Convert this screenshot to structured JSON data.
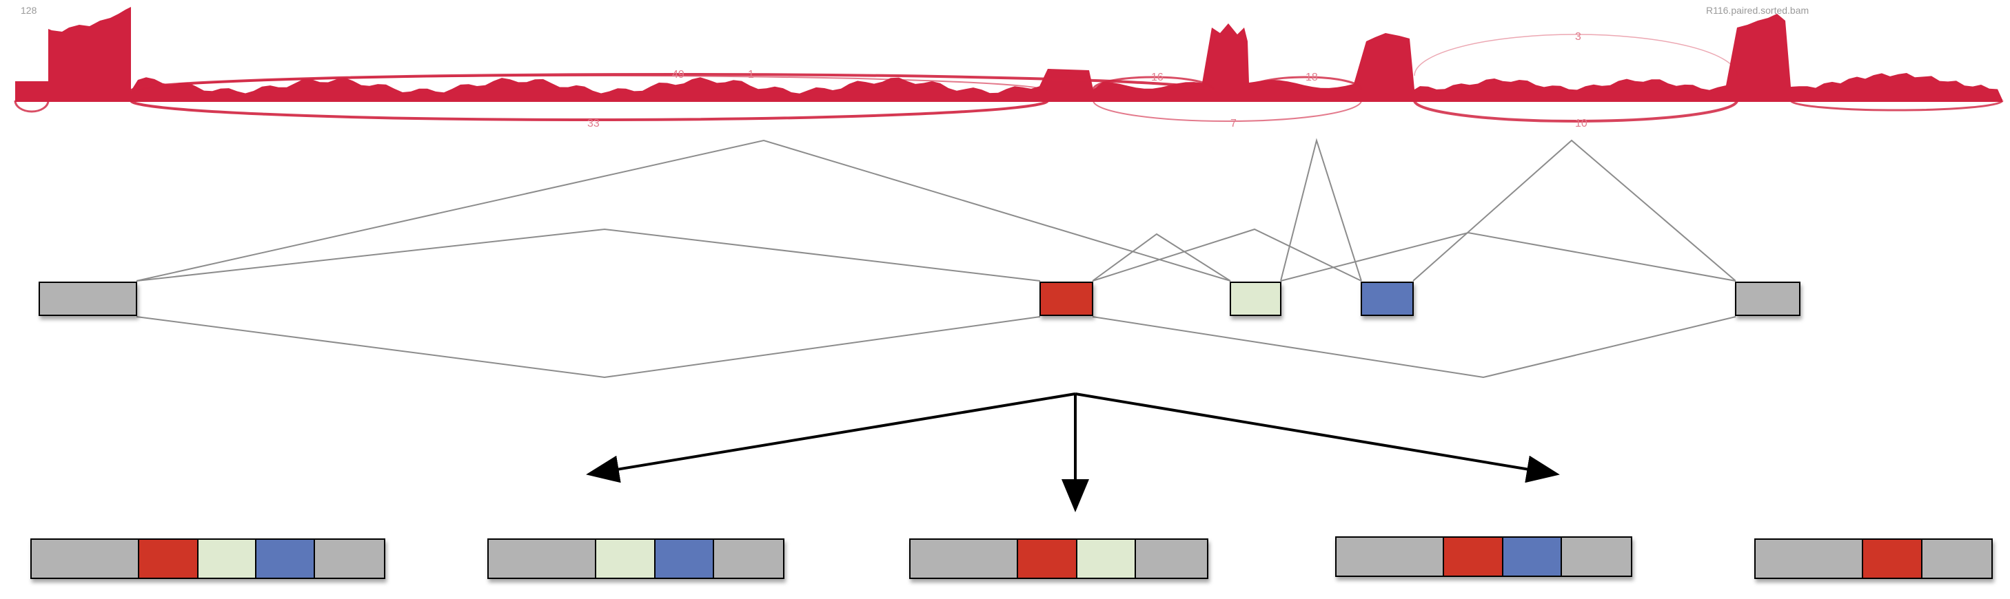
{
  "coverage_track": {
    "range_label": "128",
    "file_label": "R116.paired.sorted.bam",
    "coverage_color": "#d0223f",
    "arc_color": "#d0223f",
    "junction_counts": [
      "49",
      "1",
      "16",
      "18",
      "3",
      "33",
      "7",
      "10"
    ]
  },
  "exon_colors": {
    "gray": "#b3b3b3",
    "red": "#cf3527",
    "light_green": "#dfead0",
    "blue": "#5b77b9"
  },
  "exons": [
    {
      "id": "exon-1",
      "color": "gray"
    },
    {
      "id": "exon-2",
      "color": "red"
    },
    {
      "id": "exon-3",
      "color": "light_green"
    },
    {
      "id": "exon-4",
      "color": "blue"
    },
    {
      "id": "exon-5",
      "color": "gray"
    }
  ],
  "isoforms": [
    [
      "gray",
      "red",
      "light_green",
      "blue",
      "gray"
    ],
    [
      "gray",
      "light_green",
      "blue",
      "gray"
    ],
    [
      "gray",
      "red",
      "light_green",
      "gray"
    ],
    [
      "gray",
      "red",
      "blue",
      "gray"
    ],
    [
      "gray",
      "red",
      "gray"
    ]
  ]
}
